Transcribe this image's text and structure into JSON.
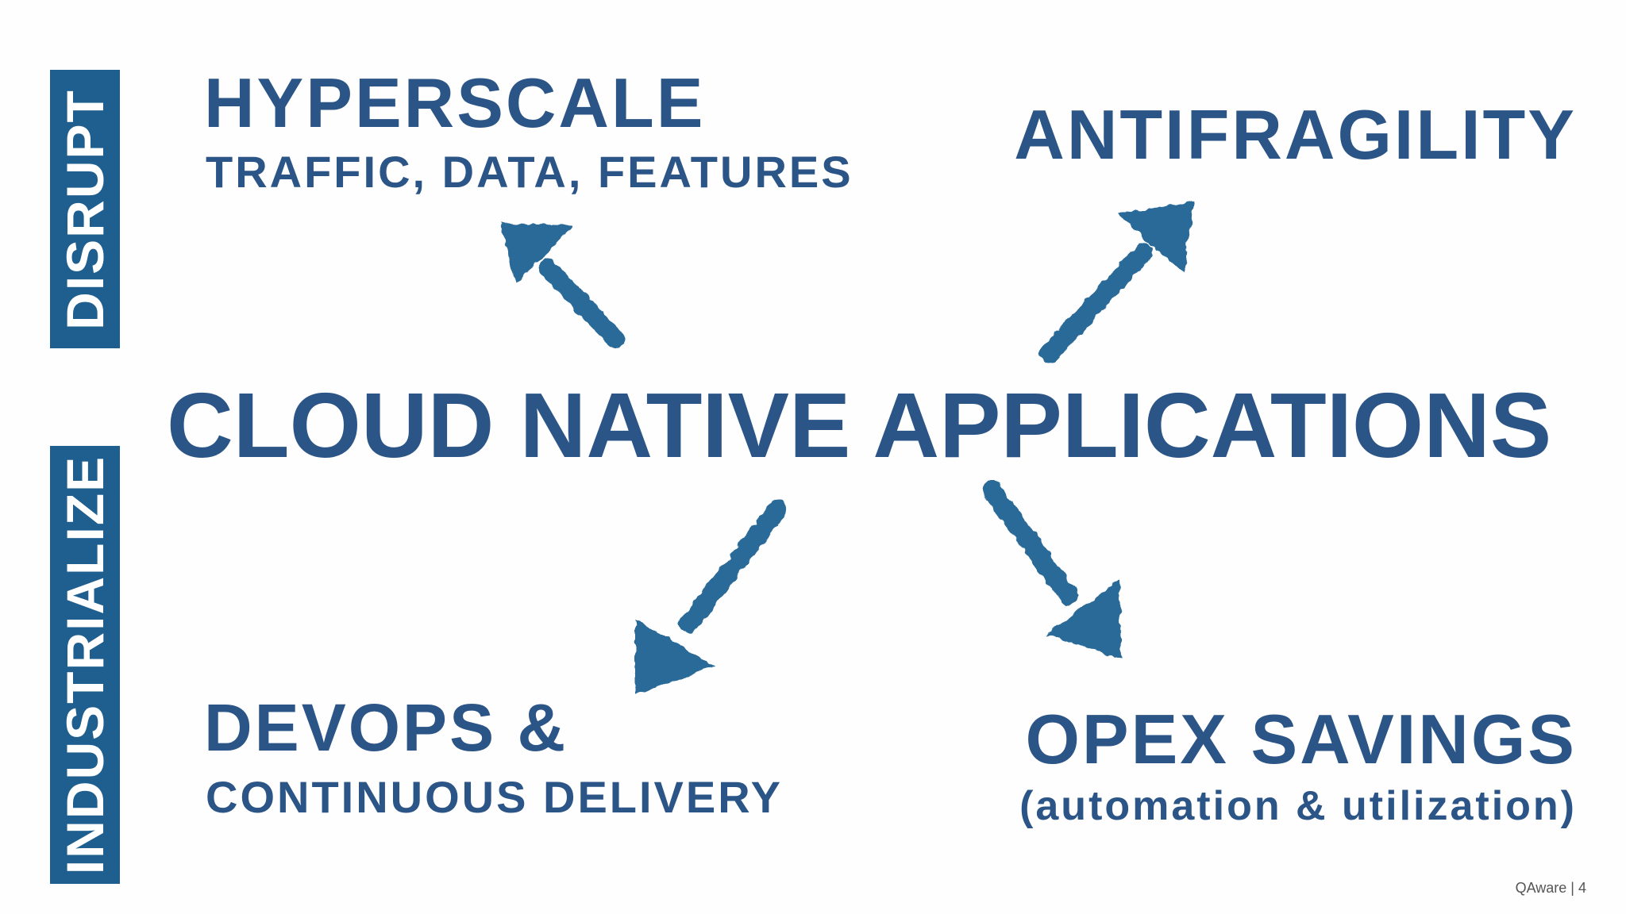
{
  "side_labels": {
    "top": "DISRUPT",
    "bottom": "INDUSTRIALIZE"
  },
  "nodes": {
    "top_left": {
      "title": "HYPERSCALE",
      "subtitle": "TRAFFIC, DATA, FEATURES"
    },
    "top_right": {
      "title": "ANTIFRAGILITY"
    },
    "center": {
      "title": "CLOUD NATIVE APPLICATIONS"
    },
    "bottom_left": {
      "title": "DEVOPS &",
      "subtitle": "CONTINUOUS DELIVERY"
    },
    "bottom_right": {
      "title": "OPEX SAVINGS",
      "subtitle": "(automation & utilization)"
    }
  },
  "footer": "QAware | 4",
  "colors": {
    "text": "#2c5587",
    "band": "#1f5f8f",
    "arrow": "#2a6a98",
    "background": "#fefefe"
  }
}
